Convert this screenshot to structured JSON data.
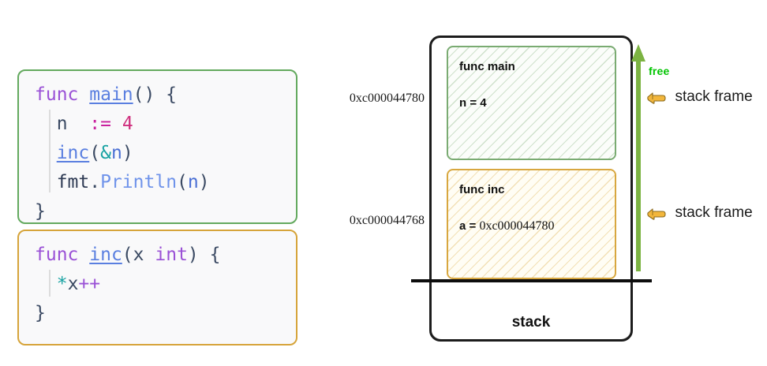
{
  "code_panels": [
    {
      "id": "main",
      "accent": "#63a95e",
      "lines": [
        [
          {
            "t": "func",
            "c": "kw"
          },
          {
            "t": " ",
            "c": "plain"
          },
          {
            "t": "main",
            "c": "fn"
          },
          {
            "t": "() {",
            "c": "paren"
          }
        ],
        [
          {
            "t": "  n  ",
            "c": "plain"
          },
          {
            "t": ":=",
            "c": "op"
          },
          {
            "t": " ",
            "c": "plain"
          },
          {
            "t": "4",
            "c": "num"
          }
        ],
        [
          {
            "t": "  ",
            "c": "plain"
          },
          {
            "t": "inc",
            "c": "fn"
          },
          {
            "t": "(",
            "c": "paren"
          },
          {
            "t": "&",
            "c": "amp"
          },
          {
            "t": "n",
            "c": "id"
          },
          {
            "t": ")",
            "c": "paren"
          }
        ],
        [
          {
            "t": "  ",
            "c": "plain"
          },
          {
            "t": "fmt",
            "c": "pkg"
          },
          {
            "t": ".",
            "c": "plain"
          },
          {
            "t": "Println",
            "c": "meth"
          },
          {
            "t": "(",
            "c": "paren"
          },
          {
            "t": "n",
            "c": "id"
          },
          {
            "t": ")",
            "c": "paren"
          }
        ],
        [
          {
            "t": "}",
            "c": "plain"
          }
        ]
      ]
    },
    {
      "id": "inc",
      "accent": "#d6a43a",
      "lines": [
        [
          {
            "t": "func",
            "c": "kw"
          },
          {
            "t": " ",
            "c": "plain"
          },
          {
            "t": "inc",
            "c": "fn"
          },
          {
            "t": "(",
            "c": "paren"
          },
          {
            "t": "x",
            "c": "plain"
          },
          {
            "t": " ",
            "c": "plain"
          },
          {
            "t": "int",
            "c": "type"
          },
          {
            "t": ") {",
            "c": "paren"
          }
        ],
        [
          {
            "t": "  ",
            "c": "plain"
          },
          {
            "t": "*",
            "c": "star"
          },
          {
            "t": "x",
            "c": "plain"
          },
          {
            "t": "++",
            "c": "pp"
          }
        ],
        [
          {
            "t": "}",
            "c": "plain"
          }
        ]
      ]
    }
  ],
  "diagram": {
    "stack_label": "stack",
    "free_label": "free",
    "arrow_color": "#7cb342",
    "free_color": "#00c400",
    "addresses": {
      "main": "0xc000044780",
      "inc": "0xc000044768"
    },
    "frames": [
      {
        "name": "func main",
        "var_bold": "n = 4",
        "var_addr": "",
        "border": "#7aab72"
      },
      {
        "name": "func inc",
        "var_bold": "a = ",
        "var_addr": "0xc000044780",
        "border": "#d8a73f"
      }
    ],
    "annotations": [
      {
        "icon": "pointing-hand-icon",
        "label": "stack frame"
      },
      {
        "icon": "pointing-hand-icon",
        "label": "stack frame"
      }
    ]
  }
}
